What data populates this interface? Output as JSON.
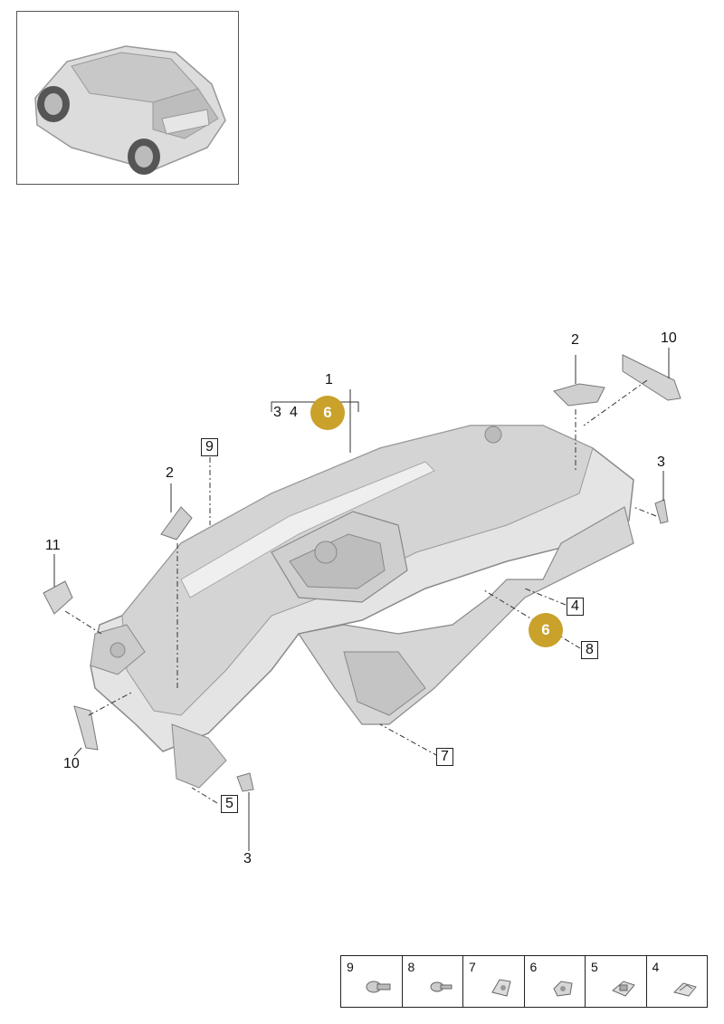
{
  "callouts": {
    "c1": "1",
    "c2_top": "2",
    "c2_left": "2",
    "c3_right": "3",
    "c3_bottom": "3",
    "c4": "4",
    "c4_group": "4",
    "c3_group": "3",
    "c5": "5",
    "c7": "7",
    "c8": "8",
    "c9": "9",
    "c10_top": "10",
    "c10_bottom": "10",
    "c11": "11"
  },
  "badges": {
    "b_top": "6",
    "b_mid": "6"
  },
  "legend": [
    {
      "num": "9",
      "icon": "bolt-icon"
    },
    {
      "num": "8",
      "icon": "screw-icon"
    },
    {
      "num": "7",
      "icon": "clip-icon"
    },
    {
      "num": "6",
      "icon": "nut-icon"
    },
    {
      "num": "5",
      "icon": "clip-nut-icon"
    },
    {
      "num": "4",
      "icon": "spring-clip-icon"
    }
  ],
  "colors": {
    "badge": "#c9a12b",
    "part": "#d9d9d9",
    "outline": "#8a8a8a"
  }
}
